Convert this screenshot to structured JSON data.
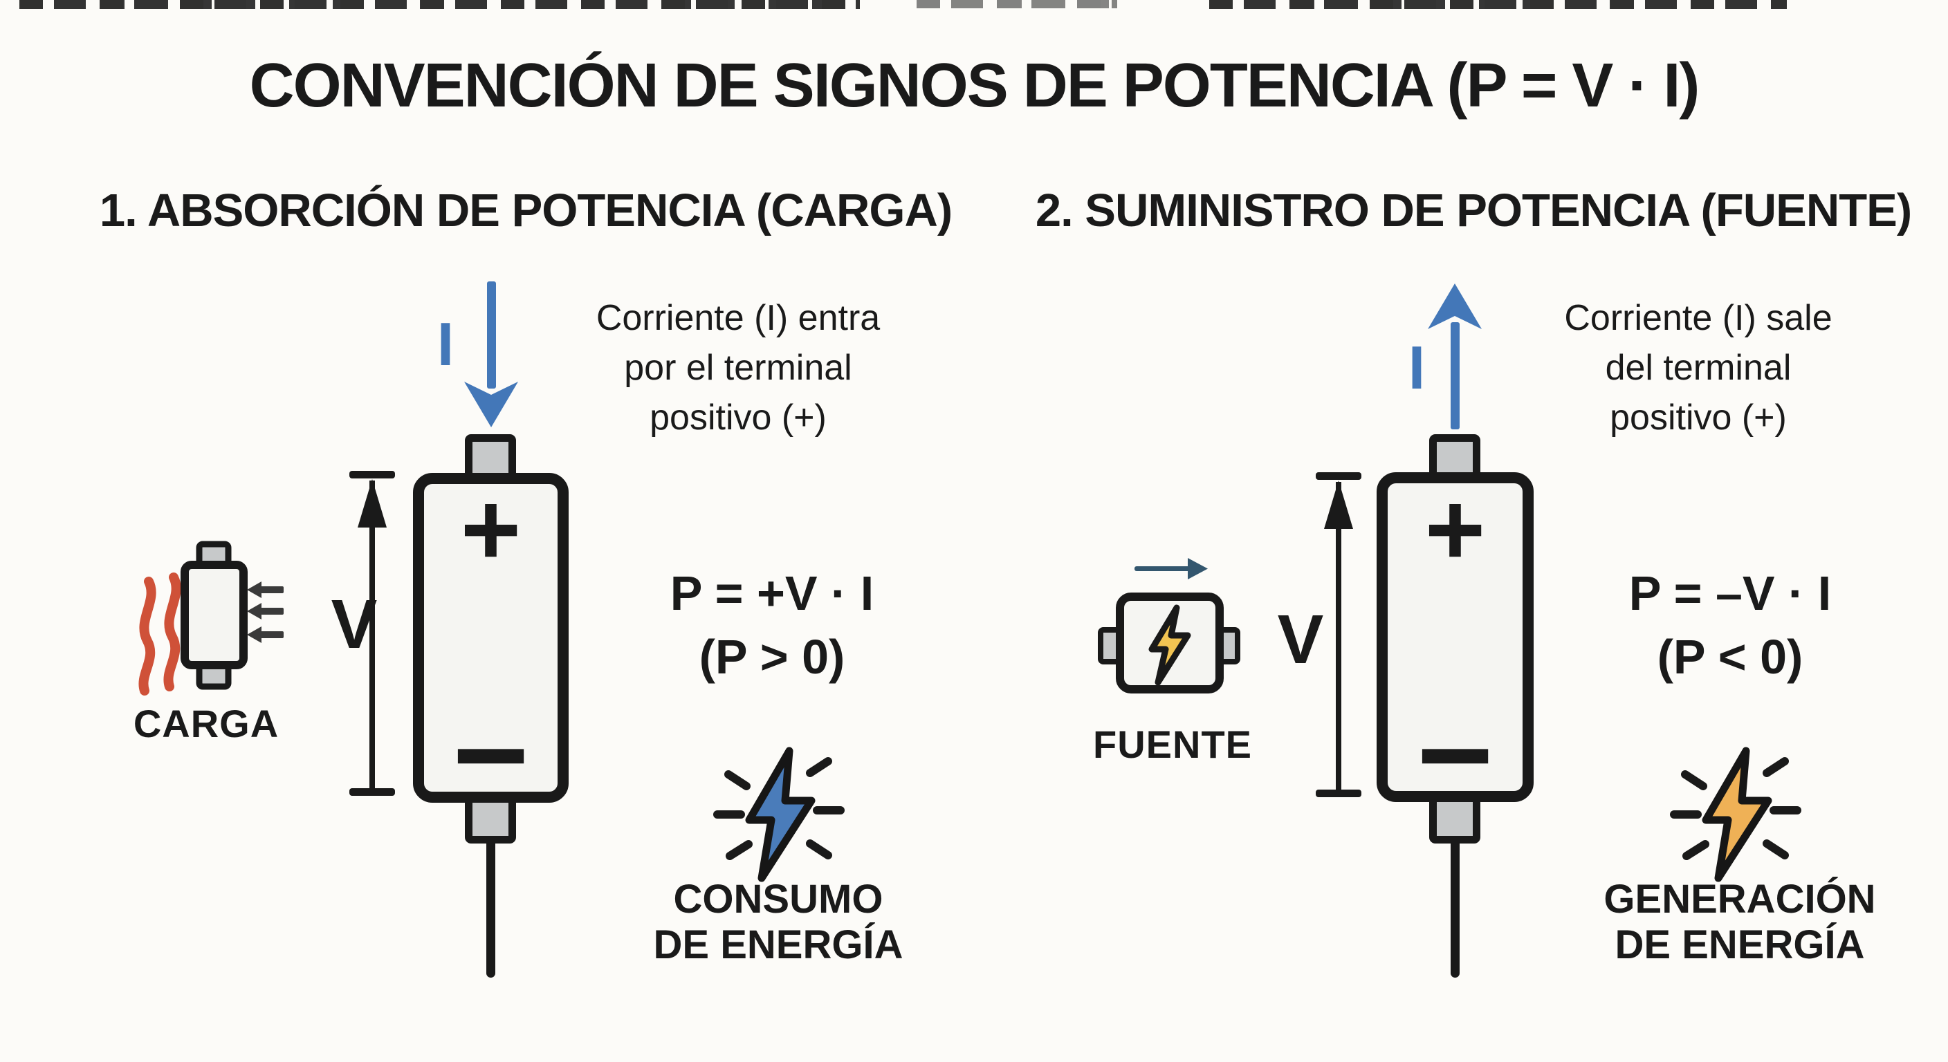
{
  "title": "CONVENCIÓN DE SIGNOS DE POTENCIA (P = V · I)",
  "left": {
    "heading": "1. ABSORCIÓN DE POTENCIA (CARGA)",
    "current_symbol": "I",
    "note_line1": "Corriente (I) entra",
    "note_line2": "por el terminal",
    "note_line3": "positivo (+)",
    "component_label": "CARGA",
    "voltage_symbol": "V",
    "battery_plus": "+",
    "battery_minus": "−",
    "equation": "P = +V · I",
    "condition": "(P > 0)",
    "energy_line1": "CONSUMO",
    "energy_line2": "DE ENERGÍA"
  },
  "right": {
    "heading": "2. SUMINISTRO DE POTENCIA (FUENTE)",
    "current_symbol": "I",
    "note_line1": "Corriente (I) sale",
    "note_line2": "del terminal",
    "note_line3": "positivo (+)",
    "component_label": "FUENTE",
    "voltage_symbol": "V",
    "battery_plus": "+",
    "battery_minus": "−",
    "equation": "P = –V · I",
    "condition": "(P < 0)",
    "energy_line1": "GENERACIÓN",
    "energy_line2": "DE ENERGÍA"
  },
  "colors": {
    "background": "#fcfbf8",
    "ink": "#1a1a1a",
    "border_ink": "#191919",
    "current_blue": "#4377b8",
    "consumption_bolt": "#4a7cba",
    "generation_bolt": "#efb156",
    "source_bolt": "#f2c452",
    "heat_wave": "#cf5138",
    "inflow_arrow": "#3a3a3a",
    "source_arrow": "#33566e",
    "terminal_gray": "#c7c9ca",
    "component_fill": "#f5f5f2"
  }
}
